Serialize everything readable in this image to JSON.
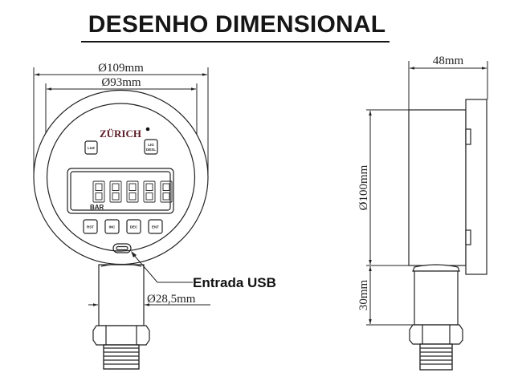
{
  "title": "DESENHO DIMENSIONAL",
  "front_view": {
    "dimensions": {
      "outer_diameter": "Ø109mm",
      "inner_diameter": "Ø93mm",
      "connector_diameter": "Ø28,5mm"
    },
    "brand": "ZÜRICH",
    "top_buttons": [
      {
        "label": "LUZ"
      },
      {
        "label_line1": "LIG",
        "label_line2": "DESL"
      }
    ],
    "display": {
      "digits": "00000",
      "unit": "BAR"
    },
    "bottom_buttons": [
      "RST",
      "INC",
      "DEC",
      "ENT"
    ],
    "callout": "Entrada USB"
  },
  "side_view": {
    "dimensions": {
      "depth": "48mm",
      "height": "Ø100mm",
      "connector_length": "30mm"
    }
  },
  "colors": {
    "line": "#222222",
    "brand": "#5a1a24",
    "thread": "#7a7a7a"
  }
}
